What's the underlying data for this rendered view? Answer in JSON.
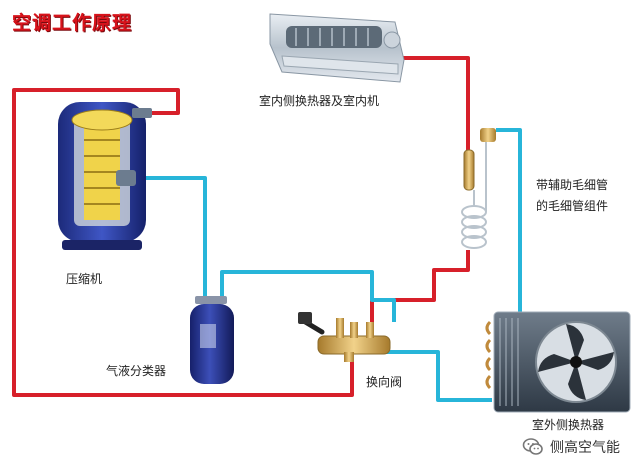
{
  "title": "空调工作原理",
  "labels": {
    "indoor_unit": "室内侧换热器及室内机",
    "capillary_line1": "带辅助毛细管",
    "capillary_line2": "的毛细管组件",
    "compressor": "压缩机",
    "accumulator": "气液分类器",
    "reversing_valve": "换向阀",
    "outdoor_unit": "室外侧换热器"
  },
  "brand": {
    "name": "侧高空气能",
    "icon": "wechat-icon"
  },
  "colors": {
    "title": "#d8131b",
    "hot_pipe": "#d7202a",
    "cold_pipe": "#27b5d9"
  }
}
